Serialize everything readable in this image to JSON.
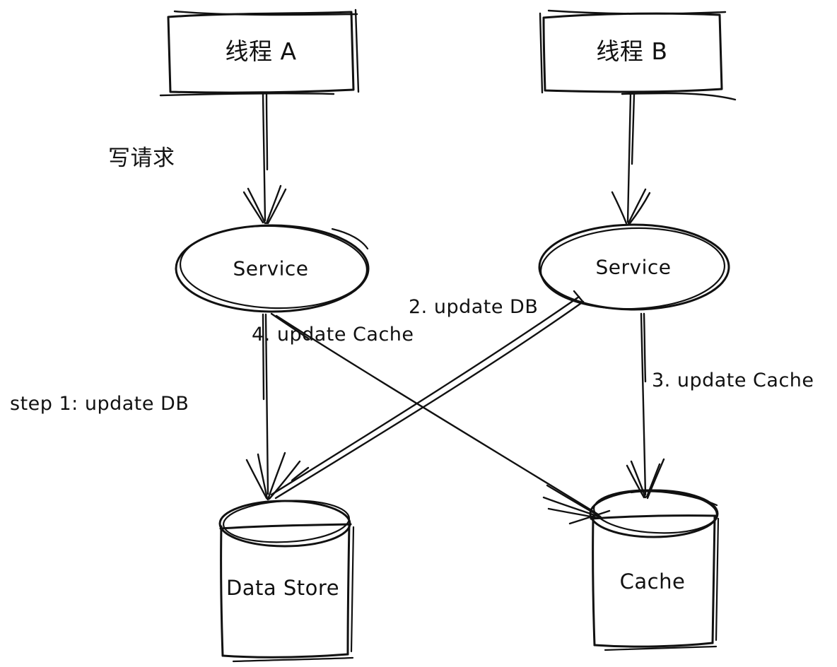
{
  "diagram": {
    "type": "hand-drawn-architecture-diagram",
    "colors": {
      "background": "#ffffff",
      "stroke": "#111111"
    },
    "nodes": {
      "thread_a": {
        "label": "线程 A",
        "shape": "rectangle"
      },
      "thread_b": {
        "label": "线程 B",
        "shape": "rectangle"
      },
      "service_left": {
        "label": "Service",
        "shape": "ellipse"
      },
      "service_right": {
        "label": "Service",
        "shape": "ellipse"
      },
      "data_store": {
        "label": "Data Store",
        "shape": "cylinder"
      },
      "cache": {
        "label": "Cache",
        "shape": "cylinder"
      }
    },
    "labels": {
      "write_request": "写请求",
      "step1": "step 1: update DB",
      "step2": "2. update DB",
      "step3": "3. update Cache",
      "step4": "4. update Cache"
    },
    "edges": [
      {
        "from": "thread_a",
        "to": "service_left",
        "label": "写请求"
      },
      {
        "from": "thread_b",
        "to": "service_right",
        "label": ""
      },
      {
        "from": "service_left",
        "to": "data_store",
        "label": "step 1: update DB"
      },
      {
        "from": "service_right",
        "to": "data_store",
        "label": "2. update DB"
      },
      {
        "from": "service_right",
        "to": "cache",
        "label": "3. update Cache"
      },
      {
        "from": "service_left",
        "to": "cache",
        "label": "4. update Cache"
      }
    ]
  }
}
